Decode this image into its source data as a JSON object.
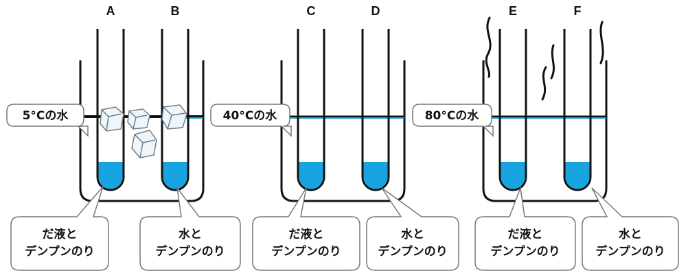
{
  "tube_labels": [
    "A",
    "B",
    "C",
    "D",
    "E",
    "F"
  ],
  "water_labels": [
    "5°Cの水",
    "40°Cの水",
    "80°Cの水"
  ],
  "contents": {
    "saliva": [
      "だ液と",
      "デンプンのり"
    ],
    "water": [
      "水と",
      "デンプンのり"
    ]
  },
  "colors": {
    "liquid": "#18a4e0",
    "water_line": "#18a4e0",
    "outline": "#111111"
  }
}
